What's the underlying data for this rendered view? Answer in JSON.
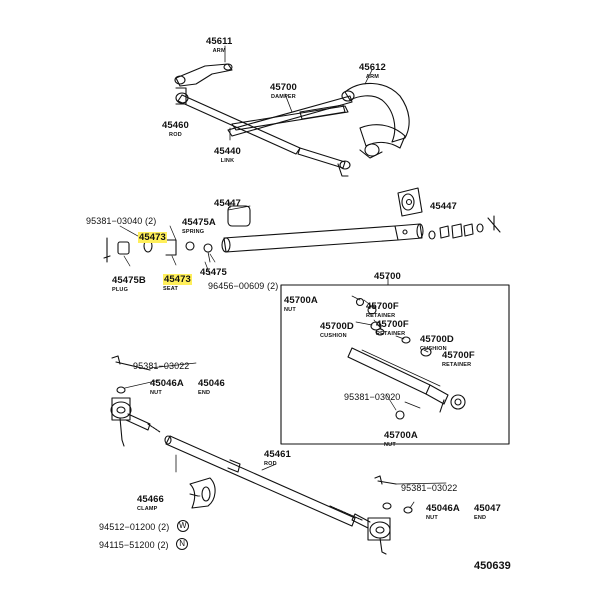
{
  "diagram_number": "450639",
  "parts": {
    "p45611": {
      "number": "45611",
      "desc": "ARM"
    },
    "p45612": {
      "number": "45612",
      "desc": "ARM"
    },
    "p45700_damper": {
      "number": "45700",
      "desc": "DAMPER"
    },
    "p45460": {
      "number": "45460",
      "desc": "ROD"
    },
    "p45440": {
      "number": "45440",
      "desc": "LINK"
    },
    "p45447_left": {
      "number": "45447",
      "desc": ""
    },
    "p45447_right": {
      "number": "45447",
      "desc": ""
    },
    "p95381_03040": {
      "number": "95381−03040 (2)",
      "desc": ""
    },
    "p45475A": {
      "number": "45475A",
      "desc": "SPRING"
    },
    "p45473_a": {
      "number": "45473",
      "desc": ""
    },
    "p45473_b": {
      "number": "45473",
      "desc": "SEAT"
    },
    "p45475B": {
      "number": "45475B",
      "desc": "PLUG"
    },
    "p45475": {
      "number": "45475",
      "desc": ""
    },
    "p96456": {
      "number": "96456−00609 (2)",
      "desc": ""
    },
    "p45700_box": {
      "number": "45700",
      "desc": ""
    },
    "p45700A_top": {
      "number": "45700A",
      "desc": "NUT"
    },
    "p45700F_1": {
      "number": "45700F",
      "desc": "RETAINER"
    },
    "p45700D_1": {
      "number": "45700D",
      "desc": "CUSHION"
    },
    "p45700F_2": {
      "number": "45700F",
      "desc": "RETAINER"
    },
    "p45700D_2": {
      "number": "45700D",
      "desc": "CUSHION"
    },
    "p45700F_3": {
      "number": "45700F",
      "desc": "RETAINER"
    },
    "p95381_03020": {
      "number": "95381−03020",
      "desc": ""
    },
    "p45700A_bot": {
      "number": "45700A",
      "desc": "NUT"
    },
    "p95381_03022_l": {
      "number": "95381−03022",
      "desc": ""
    },
    "p45046A_l": {
      "number": "45046A",
      "desc": "NUT"
    },
    "p45046": {
      "number": "45046",
      "desc": "END"
    },
    "p45461": {
      "number": "45461",
      "desc": "ROD"
    },
    "p45466": {
      "number": "45466",
      "desc": "CLAMP"
    },
    "p94512": {
      "number": "94512−01200 (2)",
      "desc": "",
      "symbol": "W"
    },
    "p94115": {
      "number": "94115−51200 (2)",
      "desc": "",
      "symbol": "N"
    },
    "p95381_03022_r": {
      "number": "95381−03022",
      "desc": ""
    },
    "p45046A_r": {
      "number": "45046A",
      "desc": "NUT"
    },
    "p45047": {
      "number": "45047",
      "desc": "END"
    }
  }
}
